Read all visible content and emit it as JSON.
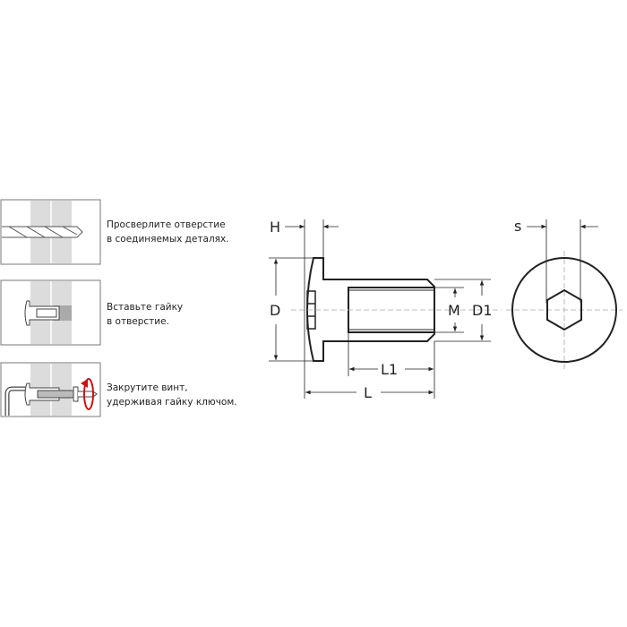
{
  "steps": [
    {
      "line1": "Просверлите отверстие",
      "line2": "в соединяемых деталях."
    },
    {
      "line1": "Вставьте гайку",
      "line2": "в отверстие."
    },
    {
      "line1": "Закрутите винт,",
      "line2": "удерживая гайку ключом."
    }
  ],
  "dimensions": {
    "H": "H",
    "D": "D",
    "M": "M",
    "D1": "D1",
    "L1": "L1",
    "L": "L",
    "S": "s"
  },
  "colors": {
    "line": "#222222",
    "wood": "#dcdcdc",
    "arrow_red": "#cc1111"
  }
}
